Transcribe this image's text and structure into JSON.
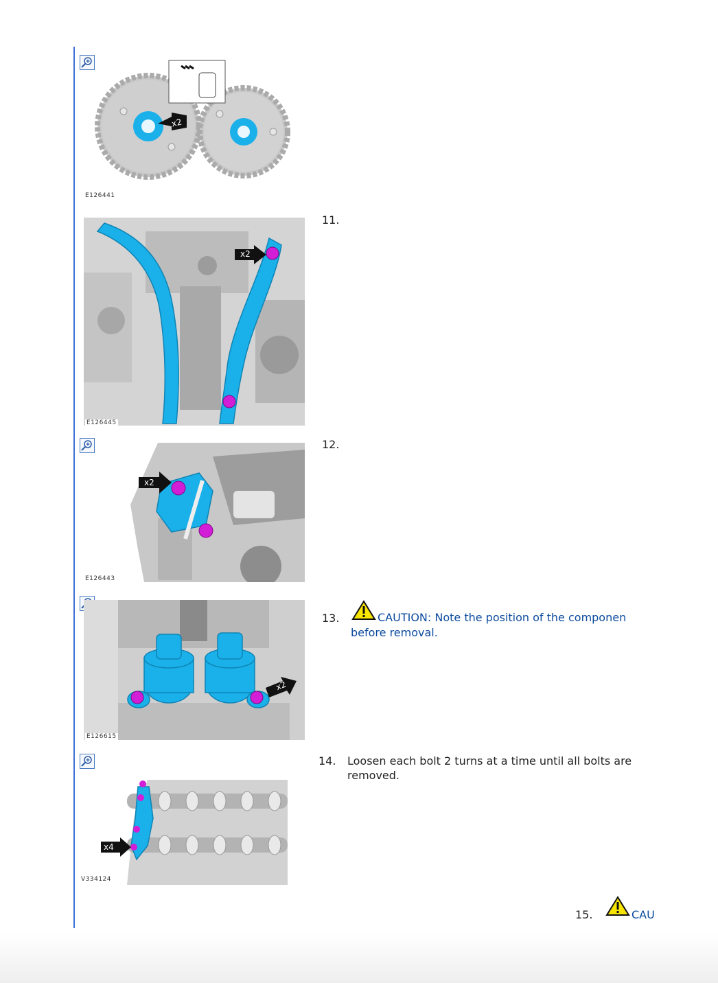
{
  "figures": [
    {
      "code": "E126441"
    },
    {
      "code": "E126445"
    },
    {
      "code": "E126443"
    },
    {
      "code": "E126615"
    },
    {
      "code": "V334124"
    }
  ],
  "callouts": {
    "x2": "x2",
    "x4": "x4"
  },
  "steps": [
    {
      "number": "11.",
      "text": ""
    },
    {
      "number": "12.",
      "text": ""
    },
    {
      "number": "13.",
      "caution_line1": "CAUTION: Note the position of the componen",
      "caution_line2": "before removal."
    },
    {
      "number": "14.",
      "text_line1": "Loosen each bolt 2 turns at a time until all bolts are",
      "text_line2": "removed."
    },
    {
      "number": "15.",
      "caution_line1": "CAU"
    }
  ],
  "icons": {
    "zoom": "zoom-in-icon",
    "caution": "warning-triangle-icon"
  },
  "colors": {
    "rule": "#3d6fd6",
    "caution_text": "#0b4a9e",
    "component_blue": "#1ab0ea",
    "bolt_magenta": "#d31ed8"
  }
}
